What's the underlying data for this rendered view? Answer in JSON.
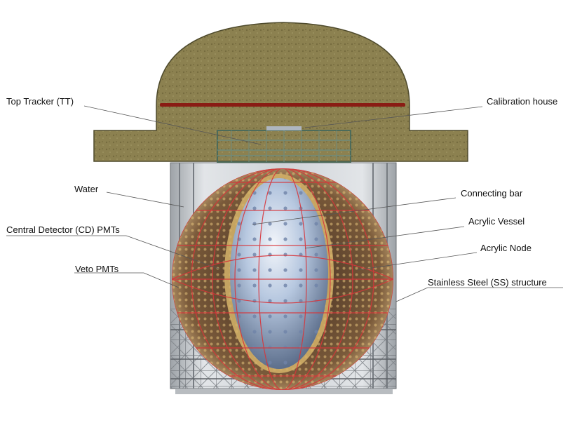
{
  "labels": {
    "top_tracker": "Top Tracker (TT)",
    "calibration_house": "Calibration house",
    "water": "Water",
    "connecting_bar": "Connecting bar",
    "acrylic_vessel": "Acrylic Vessel",
    "cd_pmts": "Central Detector (CD) PMTs",
    "acrylic_node": "Acrylic Node",
    "veto_pmts": "Veto PMTs",
    "ss_structure": "Stainless Steel (SS) structure"
  },
  "colors": {
    "rock": "#8a7f4e",
    "rock_dark": "#6d6438",
    "lattice": "#d8353a",
    "tank": "#c8ccd0",
    "sphere": "#a9c0de",
    "pmt_gold": "#d8b46a",
    "beam": "#8a1c14"
  }
}
